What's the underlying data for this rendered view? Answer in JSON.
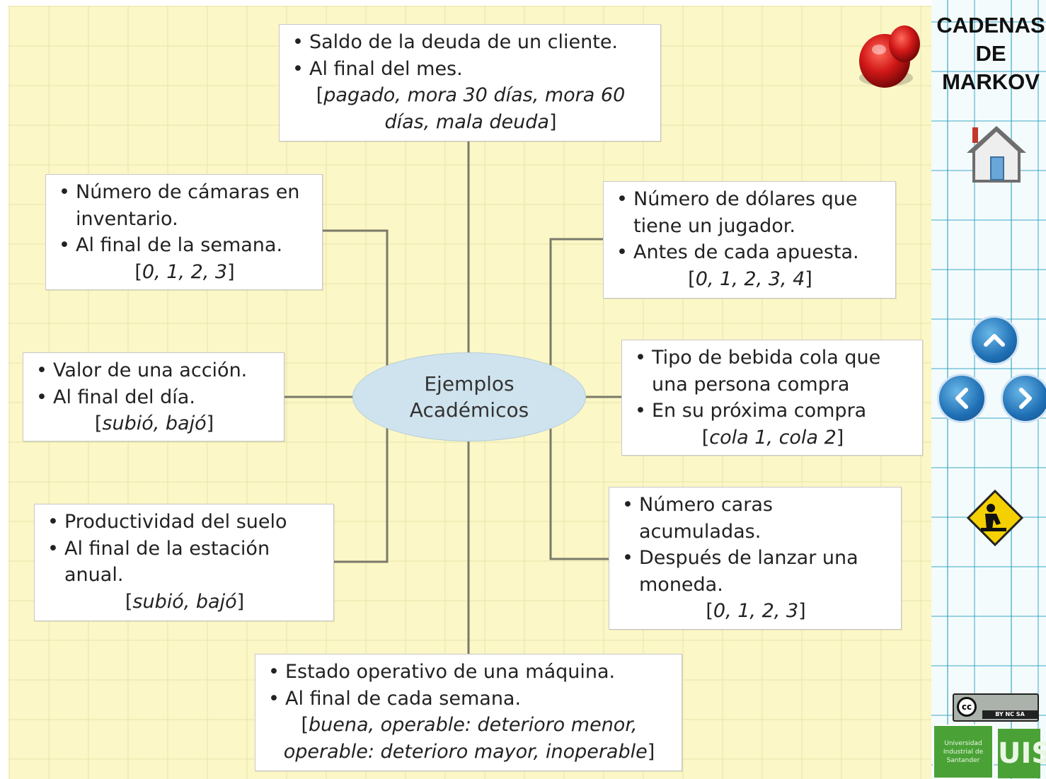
{
  "center_node": {
    "line1": "Ejemplos",
    "line2": "Académicos"
  },
  "nodes": [
    {
      "id": "top",
      "items": [
        "Saldo de la deuda de un cliente.",
        "Al final del mes."
      ],
      "values": "pagado, mora 30 días, mora 60 días, mala deuda"
    },
    {
      "id": "left1",
      "items": [
        "Número de cámaras en inventario.",
        "Al final de la semana."
      ],
      "values": "0, 1, 2, 3"
    },
    {
      "id": "right1",
      "items": [
        "Número de dólares que tiene un jugador.",
        "Antes de cada apuesta."
      ],
      "values": "0, 1, 2, 3, 4"
    },
    {
      "id": "left2",
      "items": [
        "Valor de una acción.",
        "Al final del día."
      ],
      "values": "subió, bajó"
    },
    {
      "id": "right2",
      "items": [
        "Tipo de bebida cola que una persona compra",
        "En su próxima compra"
      ],
      "values": "cola 1, cola 2"
    },
    {
      "id": "left3",
      "items": [
        "Productividad del suelo",
        "Al final de la estación anual."
      ],
      "values": "subió, bajó"
    },
    {
      "id": "right3",
      "items": [
        "Número caras acumuladas.",
        "Después de lanzar una moneda."
      ],
      "values": "0, 1, 2, 3"
    },
    {
      "id": "bottom",
      "items": [
        "Estado operativo de una máquina.",
        "Al final de cada semana."
      ],
      "values": "buena, operable: deterioro menor, operable: deterioro mayor, inoperable"
    }
  ],
  "sidebar": {
    "title": "CADENAS\nDE\nMARKOV",
    "cc_terms": "BY  NC  SA",
    "university_text": "Universidad Industrial de Santander",
    "university_logo": "UIS"
  },
  "icons": {
    "pin": "pushpin-icon",
    "home": "home-icon",
    "up": "chevron-up-icon",
    "prev": "chevron-left-icon",
    "next": "chevron-right-icon",
    "construction": "under-construction-icon",
    "license": "creative-commons-icon"
  },
  "colors": {
    "background": "#fbf7c6",
    "center_node": "#cfe3ee",
    "connector": "#7a7a6a",
    "nav_button": "#1f6fb5",
    "pin": "#d11818",
    "university_green": "#4aa236"
  }
}
